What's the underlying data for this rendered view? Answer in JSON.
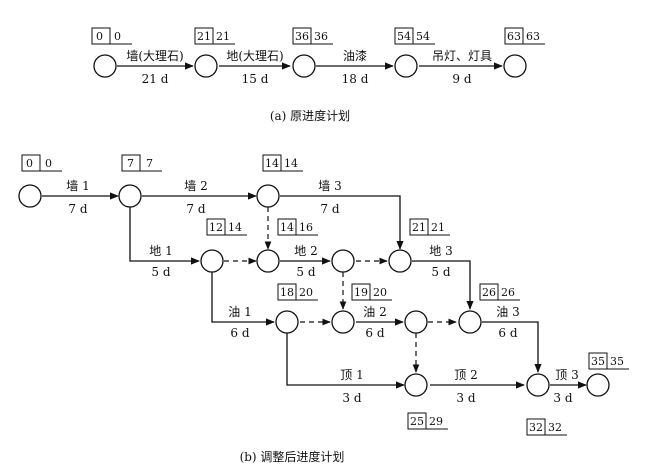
{
  "plan_a": {
    "caption": "(a) 原进度计划",
    "nodes": [
      {
        "id": "a1",
        "es": "0",
        "ls": "0"
      },
      {
        "id": "a2",
        "es": "21",
        "ls": "21"
      },
      {
        "id": "a3",
        "es": "36",
        "ls": "36"
      },
      {
        "id": "a4",
        "es": "54",
        "ls": "54"
      },
      {
        "id": "a5",
        "es": "63",
        "ls": "63"
      }
    ],
    "activities": [
      {
        "from": "a1",
        "to": "a2",
        "name": "墙(大理石)",
        "duration": "21 d"
      },
      {
        "from": "a2",
        "to": "a3",
        "name": "地(大理石)",
        "duration": "15 d"
      },
      {
        "from": "a3",
        "to": "a4",
        "name": "油漆",
        "duration": "18 d"
      },
      {
        "from": "a4",
        "to": "a5",
        "name": "吊灯、灯具",
        "duration": "9 d"
      }
    ]
  },
  "plan_b": {
    "caption": "(b) 调整后进度计划",
    "nodes": [
      {
        "id": "n1",
        "es": "0",
        "ls": "0"
      },
      {
        "id": "n2",
        "es": "7",
        "ls": "7"
      },
      {
        "id": "n3",
        "es": "14",
        "ls": "14"
      },
      {
        "id": "n4",
        "es": "12",
        "ls": "14"
      },
      {
        "id": "n5",
        "es": "14",
        "ls": "16"
      },
      {
        "id": "n6",
        "es": "",
        "ls": ""
      },
      {
        "id": "n7",
        "es": "21",
        "ls": "21"
      },
      {
        "id": "n8",
        "es": "18",
        "ls": "20"
      },
      {
        "id": "n9",
        "es": "19",
        "ls": "20"
      },
      {
        "id": "n10",
        "es": "",
        "ls": ""
      },
      {
        "id": "n11",
        "es": "26",
        "ls": "26"
      },
      {
        "id": "n12",
        "es": "25",
        "ls": "29"
      },
      {
        "id": "n13",
        "es": "32",
        "ls": "32"
      },
      {
        "id": "n14",
        "es": "35",
        "ls": "35"
      }
    ],
    "activities": [
      {
        "id": "w1",
        "name": "墙 1",
        "duration": "7 d"
      },
      {
        "id": "w2",
        "name": "墙 2",
        "duration": "7 d"
      },
      {
        "id": "w3",
        "name": "墙 3",
        "duration": "7 d"
      },
      {
        "id": "d1",
        "name": "地 1",
        "duration": "5 d"
      },
      {
        "id": "d2",
        "name": "地 2",
        "duration": "5 d"
      },
      {
        "id": "d3",
        "name": "地 3",
        "duration": "5 d"
      },
      {
        "id": "y1",
        "name": "油 1",
        "duration": "6 d"
      },
      {
        "id": "y2",
        "name": "油 2",
        "duration": "6 d"
      },
      {
        "id": "y3",
        "name": "油 3",
        "duration": "6 d"
      },
      {
        "id": "t1",
        "name": "顶 1",
        "duration": "3 d"
      },
      {
        "id": "t2",
        "name": "顶 2",
        "duration": "3 d"
      },
      {
        "id": "t3",
        "name": "顶 3",
        "duration": "3 d"
      }
    ]
  }
}
